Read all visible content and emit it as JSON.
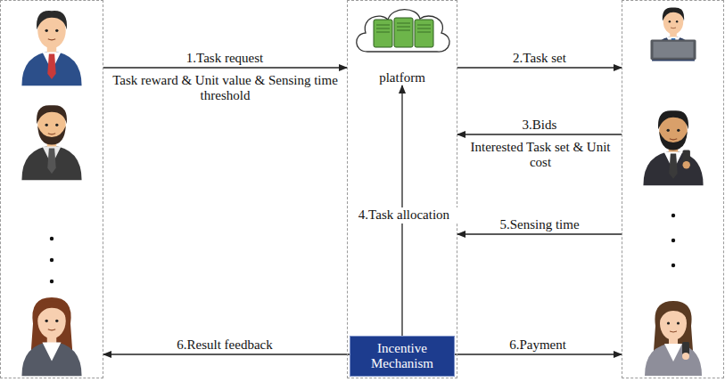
{
  "diagram": {
    "nodes": [
      {
        "text": []
      },
      {
        "text": []
      },
      {
        "text": [
          "platform"
        ],
        "in": 1
      },
      {
        "text": [
          "Incentive Mechanism"
        ],
        "in": 1
      },
      {
        "text": []
      }
    ],
    "edges": [
      {
        "from": 0,
        "to": 1,
        "label": "1.Task request",
        "arrow": "to"
      },
      {
        "from": 1,
        "to": 4,
        "label": "2.Task set",
        "arrow": "to"
      },
      {
        "from": 4,
        "to": 1,
        "label": "3.Bids",
        "arrow": "to"
      },
      {
        "from": 3,
        "to": 2,
        "label": "4.Task allocation",
        "arrow": "to"
      },
      {
        "from": 4,
        "to": 1,
        "label": "5.Sensing time",
        "arrow": "to"
      },
      {
        "from": 3,
        "to": 0,
        "label": "6.Result feedback",
        "arrow": "to"
      },
      {
        "from": 3,
        "to": 4,
        "label": "6.Payment",
        "arrow": "to"
      }
    ],
    "labels": [
      "Task reward & Unit value & Sensing time threshold",
      "Interested Task set & Unit cost"
    ]
  }
}
